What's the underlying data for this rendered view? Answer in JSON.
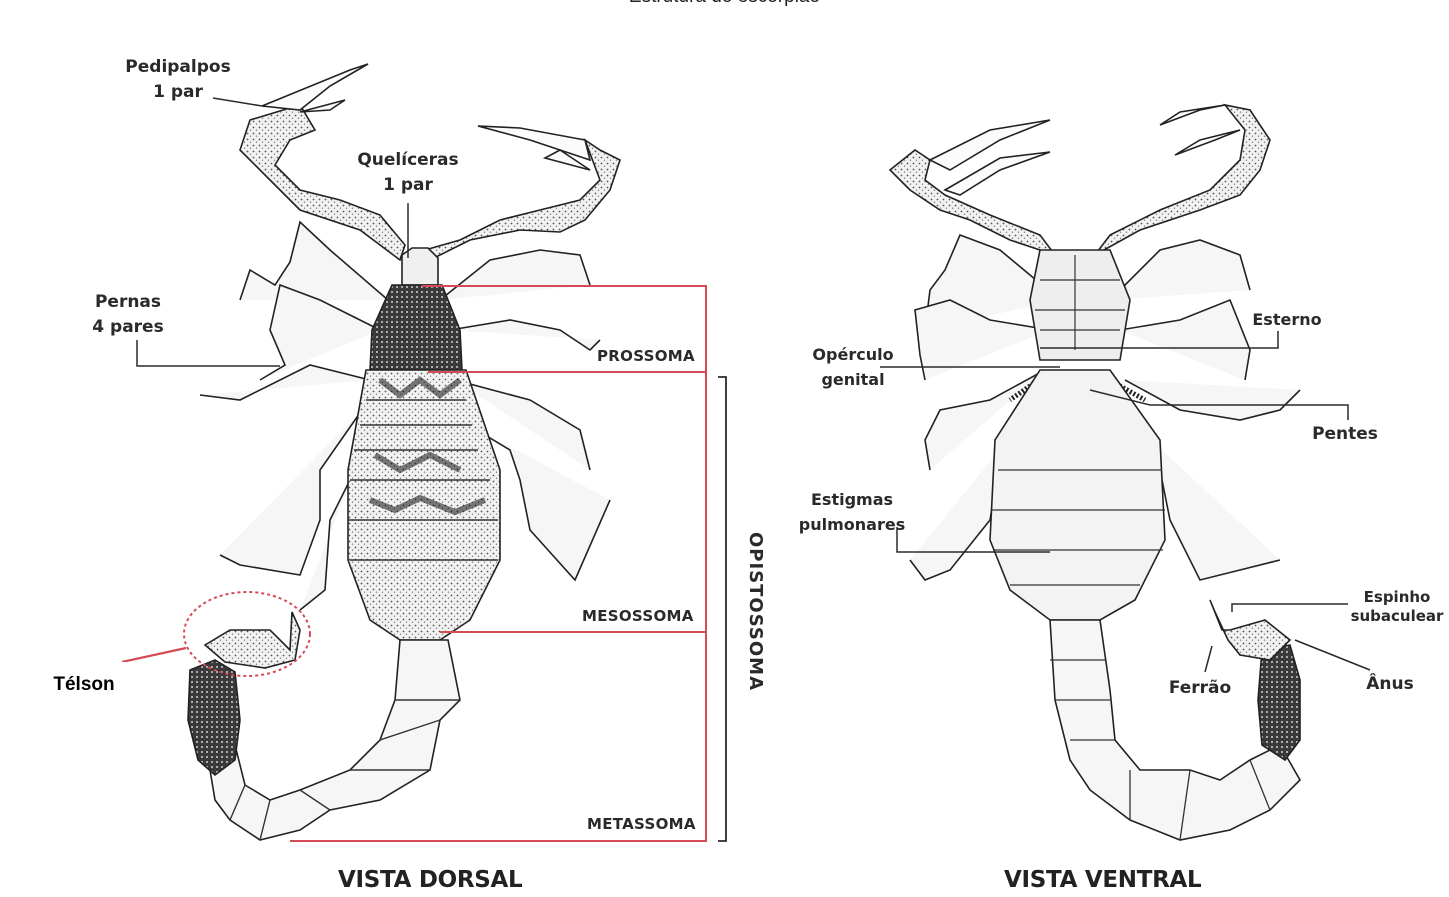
{
  "title": "Estrutura do escorpião",
  "views": {
    "dorsal": {
      "title": "VISTA DORSAL",
      "labels": {
        "pedipalpos_1": "Pedipalpos",
        "pedipalpos_2": "1 par",
        "queliceras_1": "Quelíceras",
        "queliceras_2": "1 par",
        "pernas_1": "Pernas",
        "pernas_2": "4 pares",
        "telson": "Télson"
      }
    },
    "regions": {
      "prossoma": "PROSSOMA",
      "mesossoma": "MESOSSOMA",
      "metassoma": "METASSOMA",
      "opistossoma": "OPISTOSSOMA"
    },
    "ventral": {
      "title": "VISTA VENTRAL",
      "labels": {
        "esterno": "Esterno",
        "operculo_1": "Opérculo",
        "operculo_2": "genital",
        "pentes": "Pentes",
        "estigmas_1": "Estigmas",
        "estigmas_2": "pulmonares",
        "espinho_1": "Espinho",
        "espinho_2": "subaculear",
        "ferrao": "Ferrão",
        "anus": "Ânus"
      }
    }
  },
  "colors": {
    "bracket_red": "#d44a55",
    "ink": "#2a2a2a"
  }
}
